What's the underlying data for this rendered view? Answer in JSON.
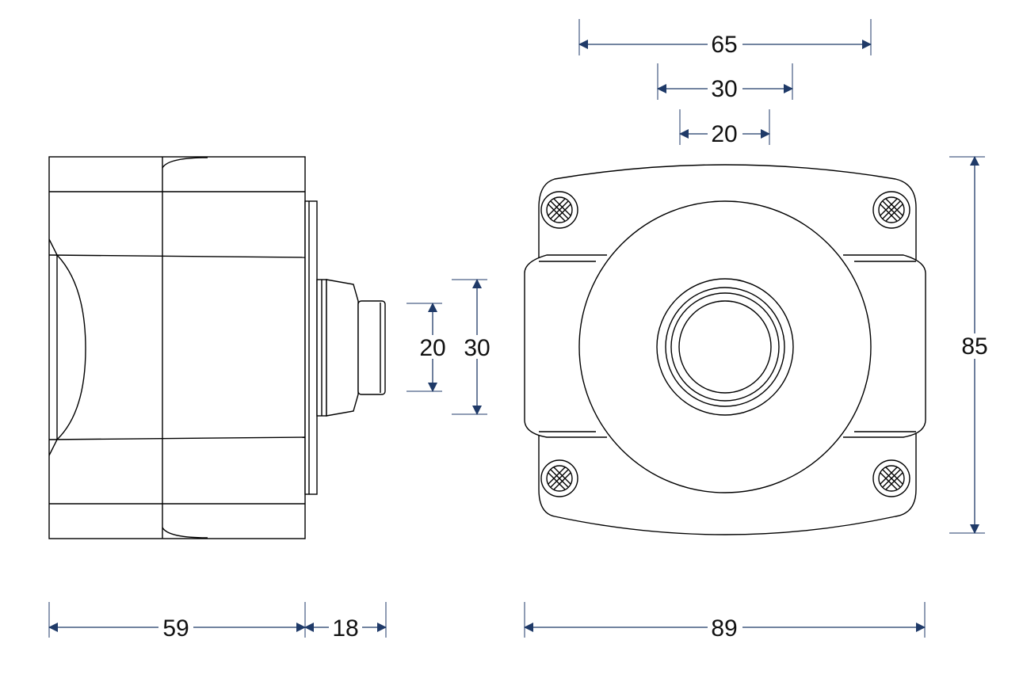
{
  "colors": {
    "dimension": "#1f3a68",
    "outline": "#000000",
    "background": "#ffffff"
  },
  "side_view": {
    "dims": {
      "body_length": "59",
      "lens_length": "18",
      "lens_inner": "20",
      "lens_outer": "30"
    }
  },
  "front_view": {
    "dims": {
      "screw_spacing": "65",
      "lens_outer": "30",
      "lens_inner": "20",
      "height": "85",
      "width": "89"
    }
  }
}
